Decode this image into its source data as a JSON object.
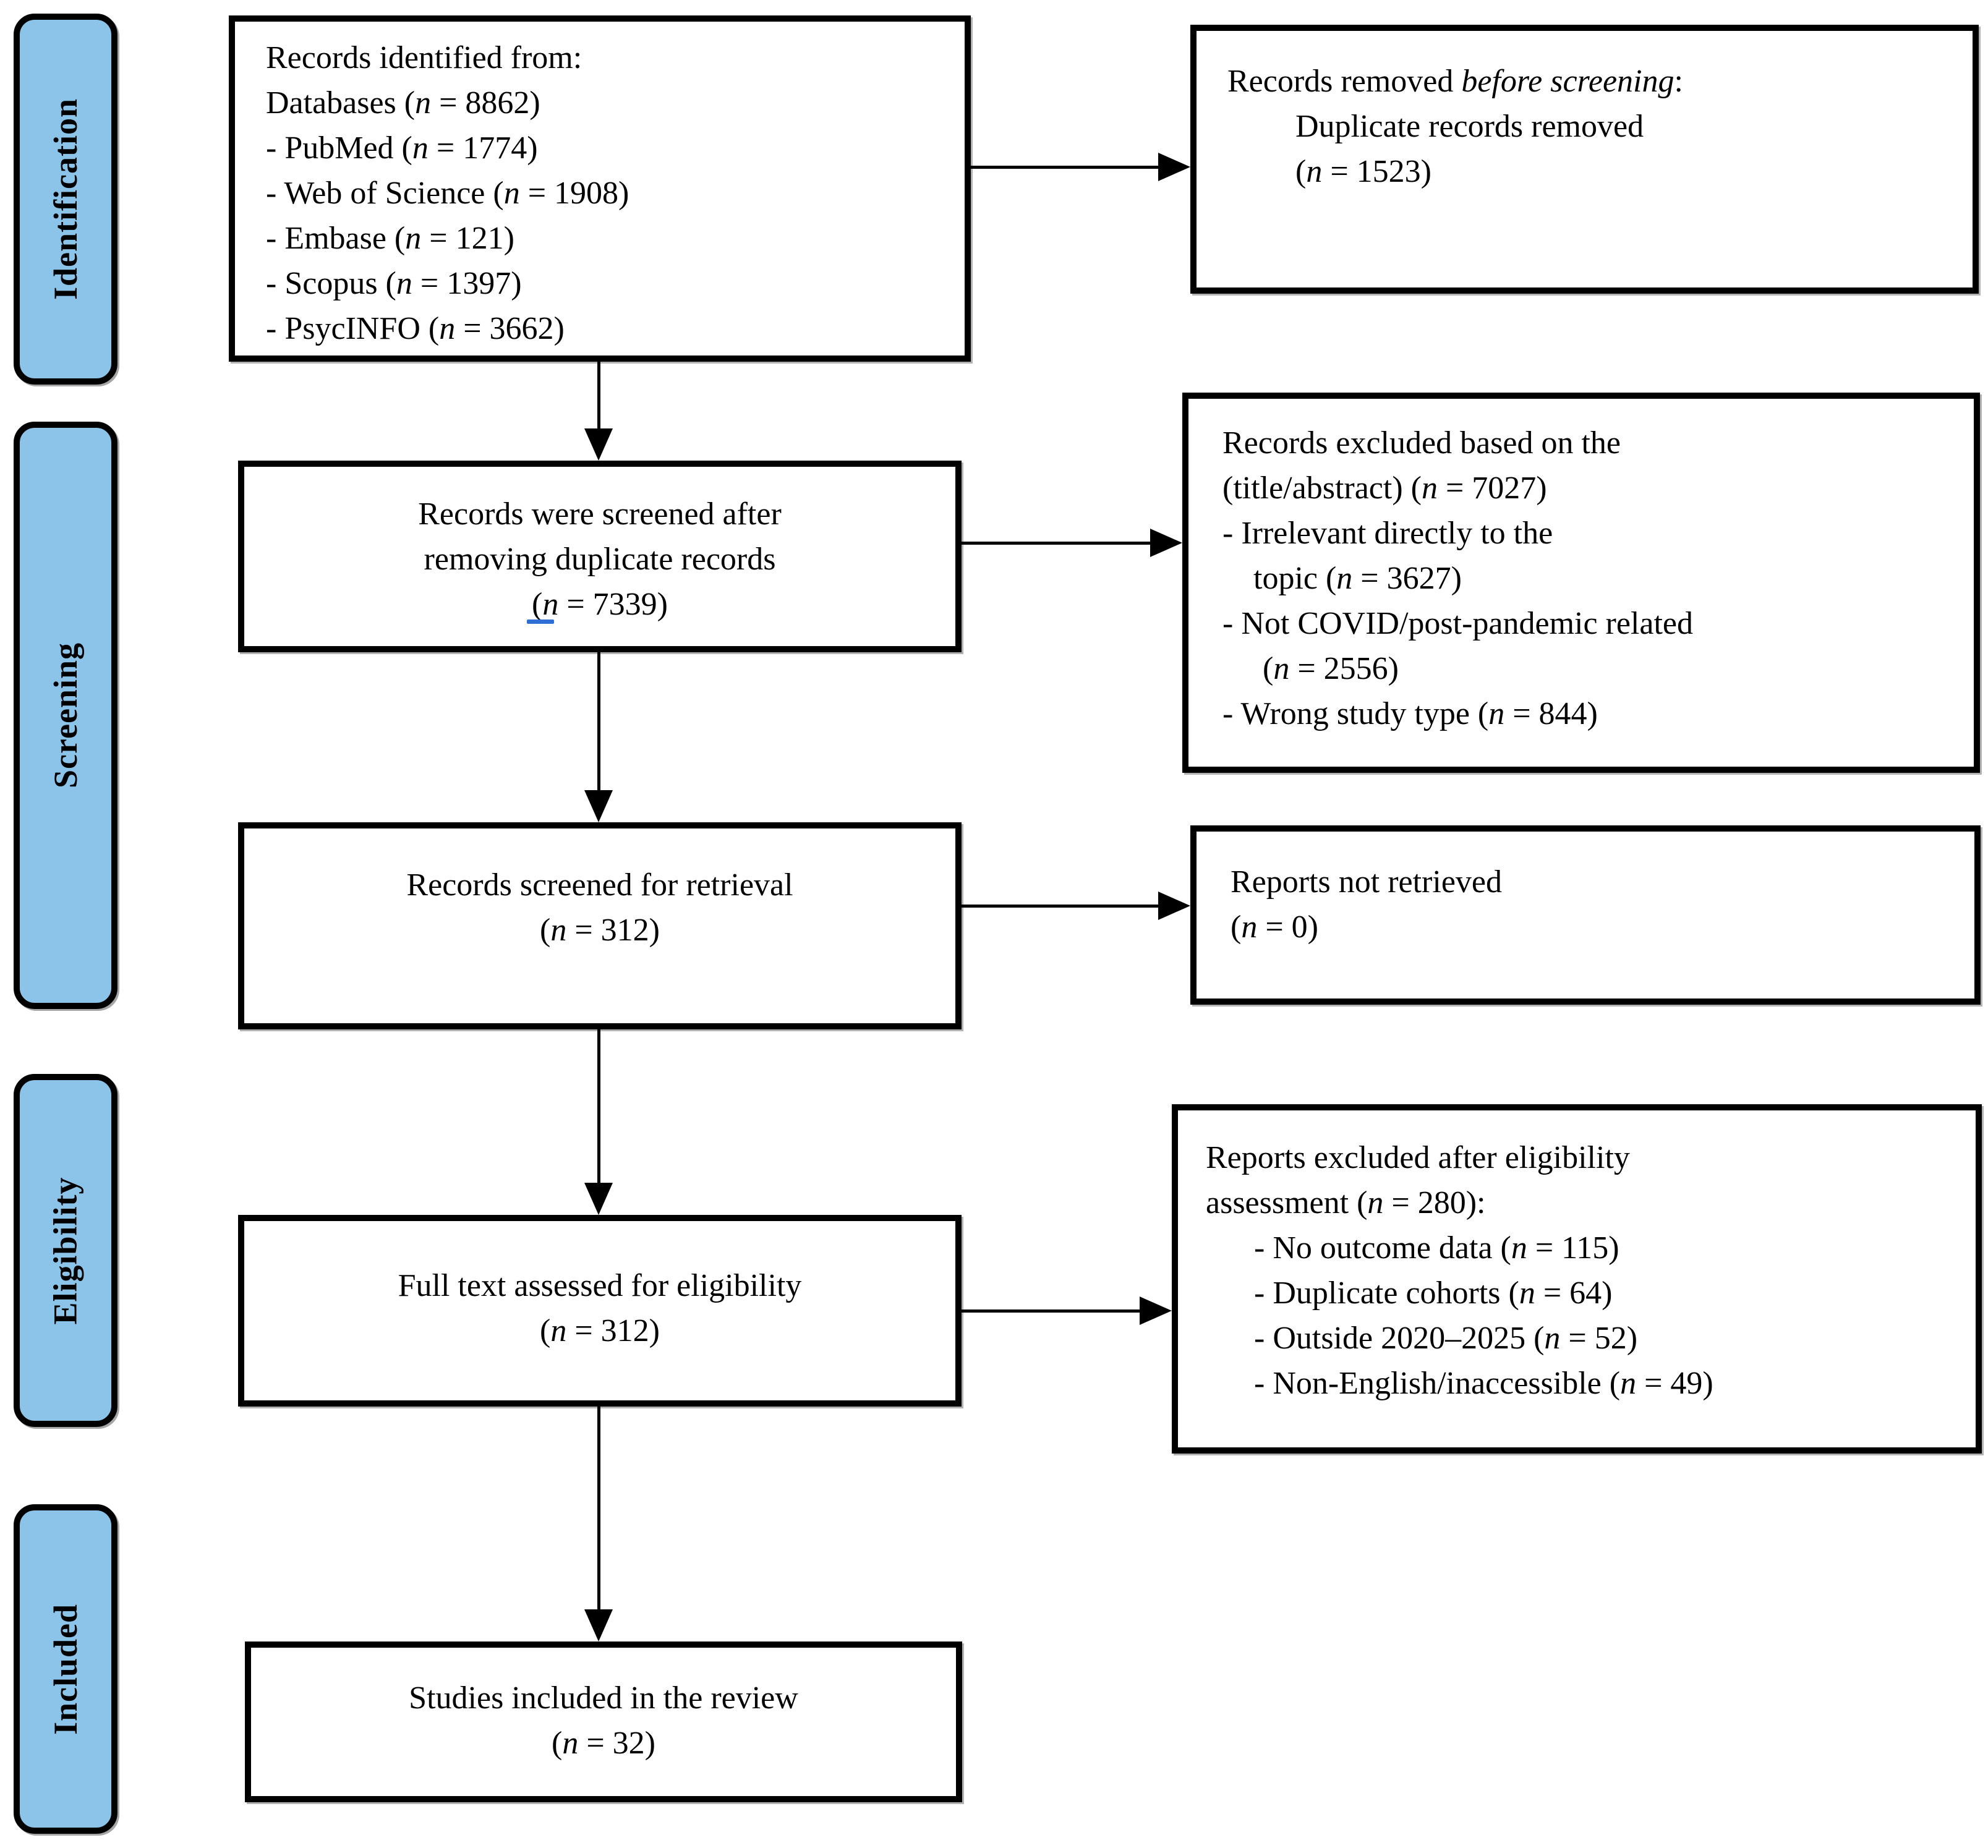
{
  "palette": {
    "background": "#ffffff",
    "stage_fill": "#8bc4e8",
    "border": "#000000",
    "arrow": "#000000",
    "spell_mark_blue": "#2e6fd6"
  },
  "stages": [
    {
      "label": "Identification"
    },
    {
      "label": "Screening"
    },
    {
      "label": "Eligibility"
    },
    {
      "label": "Included"
    }
  ],
  "main_flow": [
    {
      "name": "records-identified",
      "lines": [
        "Records identified from:",
        "Databases (n = 8862)",
        "- PubMed (n = 1774)",
        "- Web of Science (n = 1908)",
        "- Embase (n = 121)",
        "- Scopus (n = 1397)",
        "- PsycINFO (n = 3662)"
      ]
    },
    {
      "name": "records-screened",
      "lines": [
        "Records were screened after",
        "removing duplicate records",
        "(n = 7339)"
      ]
    },
    {
      "name": "records-screened-for-retrieval",
      "lines": [
        "Records screened for retrieval",
        "(n = 312)"
      ]
    },
    {
      "name": "full-text-assessed",
      "lines": [
        "Full text assessed for eligibility",
        "(n = 312)"
      ]
    },
    {
      "name": "studies-included",
      "lines": [
        "Studies included in the review",
        "(n = 32)"
      ]
    }
  ],
  "exclusion_flow": [
    {
      "name": "records-removed-before-screening",
      "lines": [
        "Records removed *before screening*:",
        "Duplicate records removed",
        "(n = 1523)"
      ]
    },
    {
      "name": "records-excluded-title-abstract",
      "lines": [
        "Records excluded based on the",
        "(title/abstract) (n = 7027)",
        "- Irrelevant directly to the",
        "topic (n = 3627)",
        "- Not COVID/post-pandemic related",
        "(n = 2556)",
        "- Wrong study type (n = 844)"
      ]
    },
    {
      "name": "reports-not-retrieved",
      "lines": [
        "Reports not retrieved",
        "(n = 0)"
      ]
    },
    {
      "name": "reports-excluded-after-eligibility",
      "lines": [
        "Reports excluded after eligibility",
        "assessment (n = 280):",
        "- No outcome data (n = 115)",
        "- Duplicate cohorts (n = 64)",
        "- Outside 2020–2025 (n = 52)",
        "- Non-English/inaccessible (n = 49)"
      ]
    }
  ]
}
